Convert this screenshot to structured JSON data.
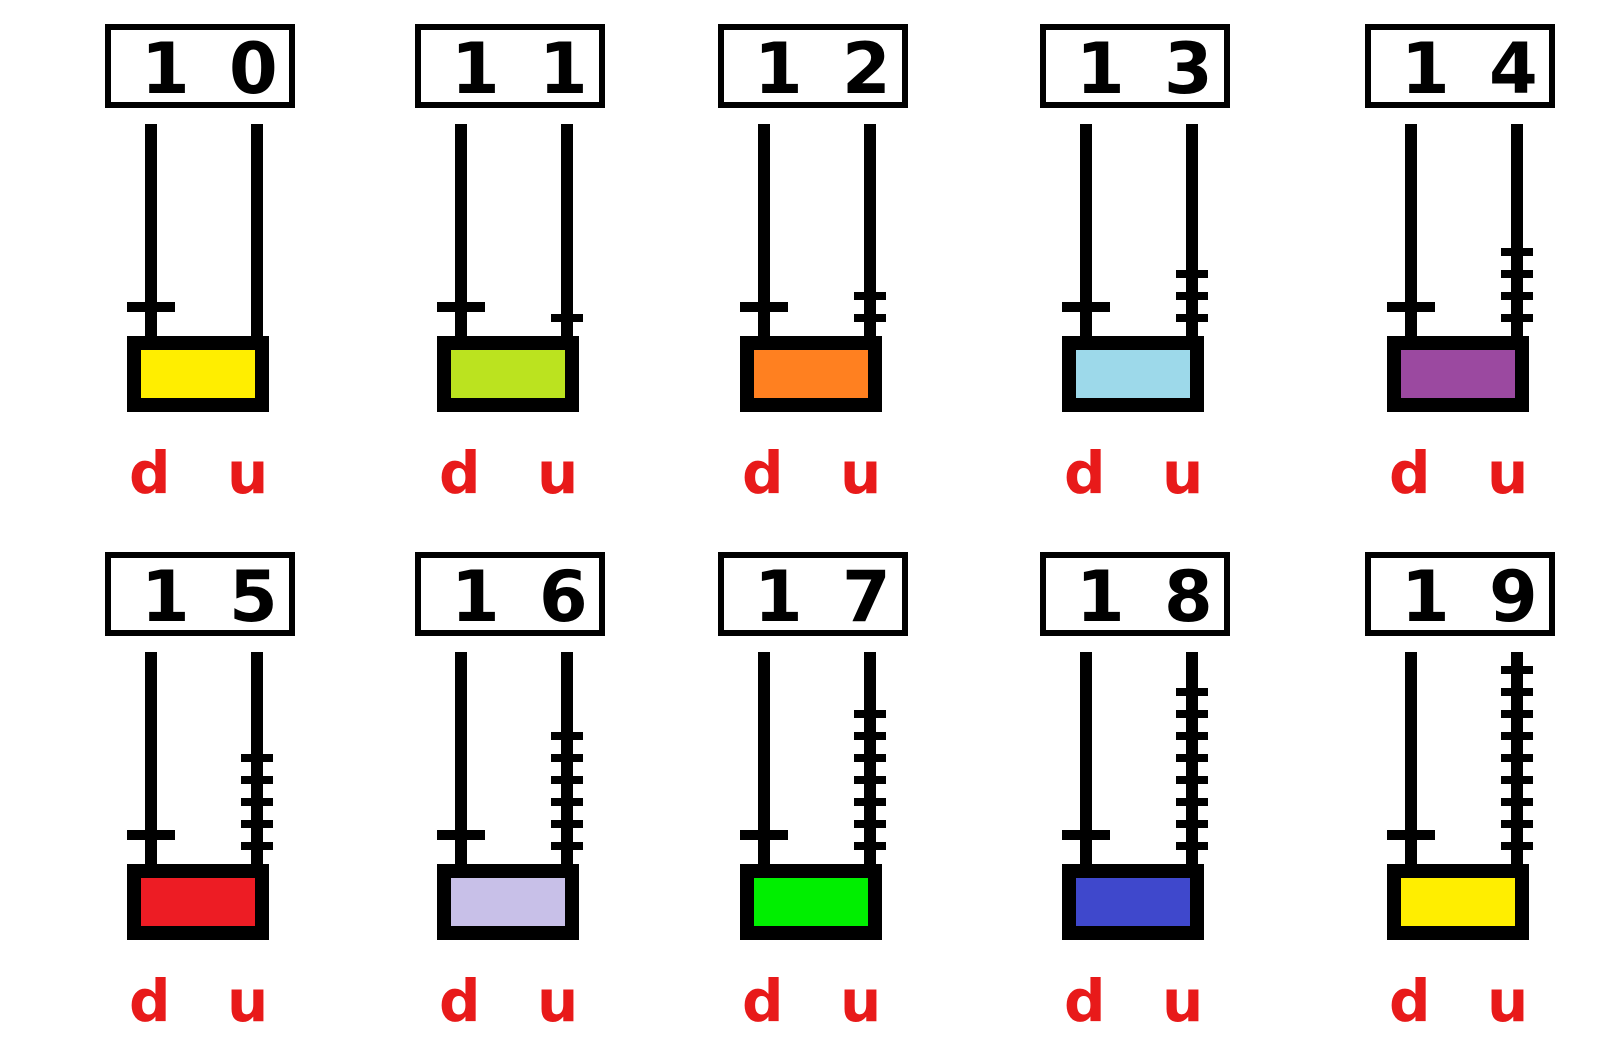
{
  "cards": [
    {
      "tens": "1",
      "ones": "0",
      "units": 0,
      "color": "#ffee00",
      "d_label": "d",
      "u_label": "u"
    },
    {
      "tens": "1",
      "ones": "1",
      "units": 1,
      "color": "#bbe31f",
      "d_label": "d",
      "u_label": "u"
    },
    {
      "tens": "1",
      "ones": "2",
      "units": 2,
      "color": "#ff8020",
      "d_label": "d",
      "u_label": "u"
    },
    {
      "tens": "1",
      "ones": "3",
      "units": 3,
      "color": "#9dd9ea",
      "d_label": "d",
      "u_label": "u"
    },
    {
      "tens": "1",
      "ones": "4",
      "units": 4,
      "color": "#9b49a0",
      "d_label": "d",
      "u_label": "u"
    },
    {
      "tens": "1",
      "ones": "5",
      "units": 5,
      "color": "#ed1c24",
      "d_label": "d",
      "u_label": "u"
    },
    {
      "tens": "1",
      "ones": "6",
      "units": 6,
      "color": "#c8c0e8",
      "d_label": "d",
      "u_label": "u"
    },
    {
      "tens": "1",
      "ones": "7",
      "units": 7,
      "color": "#00ef00",
      "d_label": "d",
      "u_label": "u"
    },
    {
      "tens": "1",
      "ones": "8",
      "units": 8,
      "color": "#3f48cc",
      "d_label": "d",
      "u_label": "u"
    },
    {
      "tens": "1",
      "ones": "9",
      "units": 9,
      "color": "#ffee00",
      "d_label": "d",
      "u_label": "u"
    }
  ]
}
